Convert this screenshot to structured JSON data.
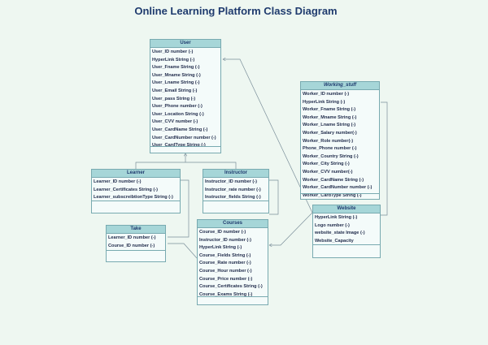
{
  "title": "Online Learning Platform Class Diagram",
  "classes": {
    "user": {
      "name": "User",
      "attributes": [
        "User_ID   number (-)",
        "HyperLink String (-)",
        "User_Fname String (-)",
        "User_Mname String (-)",
        "User_Lname String (-)",
        "User_Email String (-)",
        "User_pass String (-)",
        "User_Phone number (-)",
        "User_Location String (-)",
        "User_CVV number (-)",
        "User_CardName String (-)",
        "User_CardNumber number (-)",
        "User_CardType String (-)"
      ]
    },
    "learner": {
      "name": "Learner",
      "attributes": [
        "Learner_ID number (-)",
        "Learner_Certificates String (-)",
        "Learner_subscreibtionType String (-)"
      ]
    },
    "instructor": {
      "name": "Instructor",
      "attributes": [
        "Instructor_ID number (-)",
        "Instructor_rate number (-)",
        "Instructor_fields String (-)"
      ]
    },
    "take": {
      "name": "Take",
      "attributes": [
        "Learner_ID number (-)",
        "Course_ID number (-)"
      ]
    },
    "courses": {
      "name": "Courses",
      "attributes": [
        "Course_ID number (-)",
        "Instructor_ID number (-)",
        "HyperLink String (-)",
        "Course_Fields String (-)",
        "Course_Rate number (-)",
        "Course_Hour number (-)",
        "Course_Price number (-)",
        "Course_Certificates String (-)",
        "Course_Exams String (-)"
      ]
    },
    "working_stuff": {
      "name": "Working_stuff",
      "attributes": [
        "Worker_ID   number (-)",
        "HyperLink String (-)",
        "Worker_Fname String (-)",
        "Worker_Mname String (-)",
        "Worker_Lname String (-)",
        "Worker_Salary number(-)",
        "Worker_Role number(-)",
        "Phone_Phone number (-)",
        "Worker_Country String (-)",
        "Worker_City String (-)",
        "Worker_CVV number(-)",
        "Worker_CardName String (-)",
        "Worker_CardNumber number (-)",
        "Worker_CardType String (-)"
      ]
    },
    "website": {
      "name": "Website",
      "attributes": [
        "HyperLink String (-)",
        "Logo number (-)",
        "website_state Image (-)",
        "Website_Capacity"
      ]
    }
  }
}
